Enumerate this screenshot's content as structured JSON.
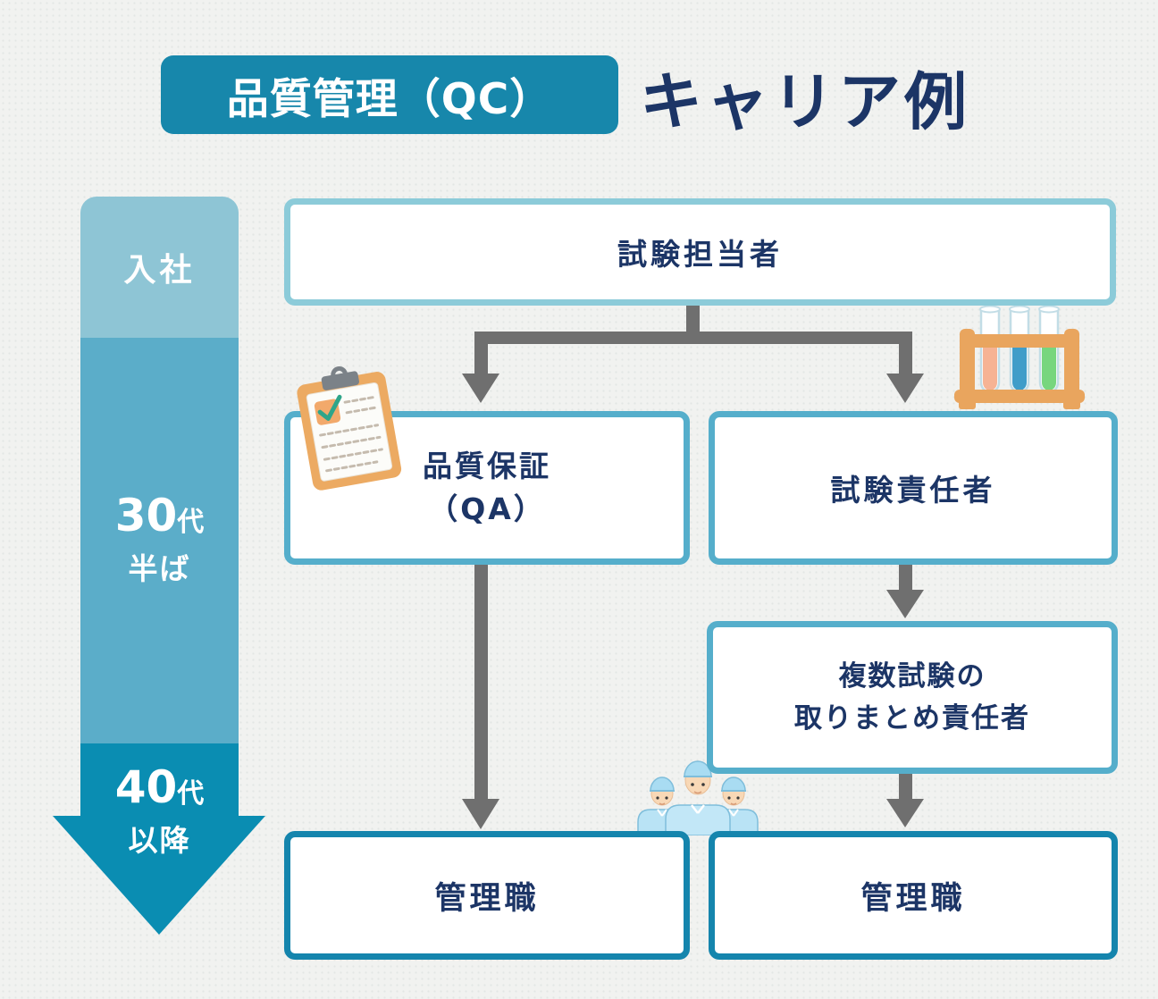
{
  "header": {
    "badge": "品質管理（QC）",
    "title": "キャリア例"
  },
  "timeline": {
    "stage1": {
      "label": "入社"
    },
    "stage2": {
      "num": "30",
      "unit": "代",
      "sub": "半ば"
    },
    "stage3": {
      "num": "40",
      "unit": "代",
      "sub": "以降"
    }
  },
  "flow": {
    "top_box": "試験担当者",
    "qa_box": {
      "line1": "品質保証",
      "line2": "（QA）"
    },
    "lead_box": "試験責任者",
    "multi_box": {
      "line1": "複数試験の",
      "line2": "取りまとめ責任者"
    },
    "manager_left_box": "管理職",
    "manager_right_box": "管理職"
  },
  "icons": {
    "clipboard": "clipboard-checklist-icon",
    "test_tubes": "test-tube-rack-icon",
    "workers": "factory-workers-icon"
  },
  "colors": {
    "background": "#f1f2f0",
    "badge_teal": "#1787ab",
    "navy_text": "#1c3566",
    "timeline_light": "#8ec5d5",
    "timeline_mid": "#5badc9",
    "timeline_dark": "#0a8db2",
    "border_light": "#8ccbd9",
    "border_mid": "#55aecb",
    "border_dark": "#1585ad",
    "arrow_gray": "#6f6f6f",
    "icon_orange": "#ecaa62",
    "icon_green_check": "#2fa58a",
    "tube_liquid_salmon": "#f6b394",
    "tube_liquid_blue": "#3f9dc9",
    "tube_liquid_green": "#77d67e",
    "worker_uniform_blue": "#b9e3f5"
  }
}
